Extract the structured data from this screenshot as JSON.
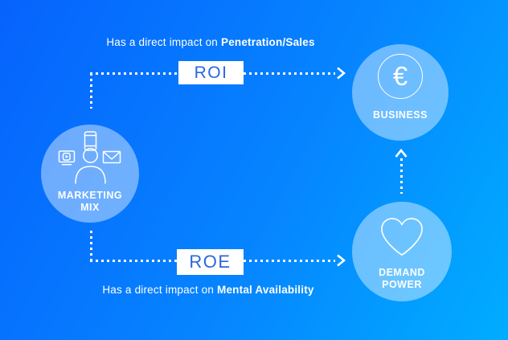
{
  "background": {
    "gradient_start": "#0663fd",
    "gradient_end": "#00adff"
  },
  "top_flow": {
    "caption_prefix": "Has a direct impact on",
    "caption_emphasis": "Penetration/Sales",
    "badge_label": "ROI"
  },
  "bottom_flow": {
    "caption_prefix": "Has a direct impact on",
    "caption_emphasis": "Mental Availability",
    "badge_label": "ROE"
  },
  "nodes": {
    "marketing_mix": {
      "label_line1": "MARKETING",
      "label_line2": "MIX",
      "icons": [
        "monitor-play-icon",
        "smartphone-icon",
        "envelope-icon",
        "person-icon"
      ]
    },
    "business": {
      "label": "BUSINESS",
      "icon": "euro-coin-icon",
      "currency_symbol": "€"
    },
    "demand_power": {
      "label_line1": "DEMAND",
      "label_line2": "POWER",
      "icon": "heart-icon"
    }
  },
  "colors": {
    "badge_background": "#ffffff",
    "badge_text": "#2b66dd",
    "node_fill": "rgba(255,255,255,0.42)",
    "connector": "#ffffff",
    "caption_text": "#ffffff"
  }
}
